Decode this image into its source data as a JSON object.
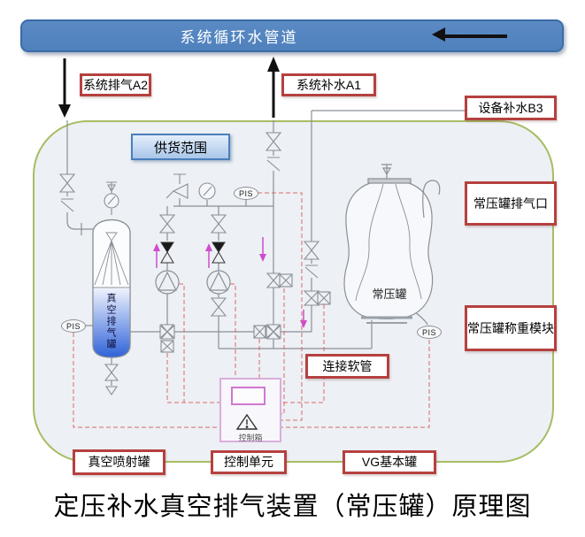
{
  "banner": {
    "title": "系统循环水管道"
  },
  "labels": {
    "supply_scope": "供货范围",
    "system_exhaust": "系统排气A2",
    "system_makeup": "系统补水A1",
    "equipment_makeup": "设备补水B3",
    "tank_vent": "常压罐排气口",
    "weighing_module": "常压罐称重模块",
    "hose": "连接软管",
    "vacuum_jet_tank": "真空喷射罐",
    "control_unit": "控制单元",
    "vg_tank": "VG基本罐"
  },
  "diagram": {
    "vacuum_tank_label": "真空排气罐",
    "atmos_tank_label": "常压罐",
    "control_box_label": "控制箱",
    "pis": "PIS"
  },
  "title": "定压补水真空排气装置（常压罐）原理图",
  "colors": {
    "banner_blue": "#4f81bd",
    "label_border_red": "#b5413f",
    "enclosure_border_green": "#a7bd63",
    "enclosure_fill": "#edf0f4",
    "signal_dash_red": "#d96a6a",
    "flow_arrow_magenta": "#cf4ccf",
    "tank_blue": "#2f62d8",
    "pipe_gray": "#8a9097"
  }
}
